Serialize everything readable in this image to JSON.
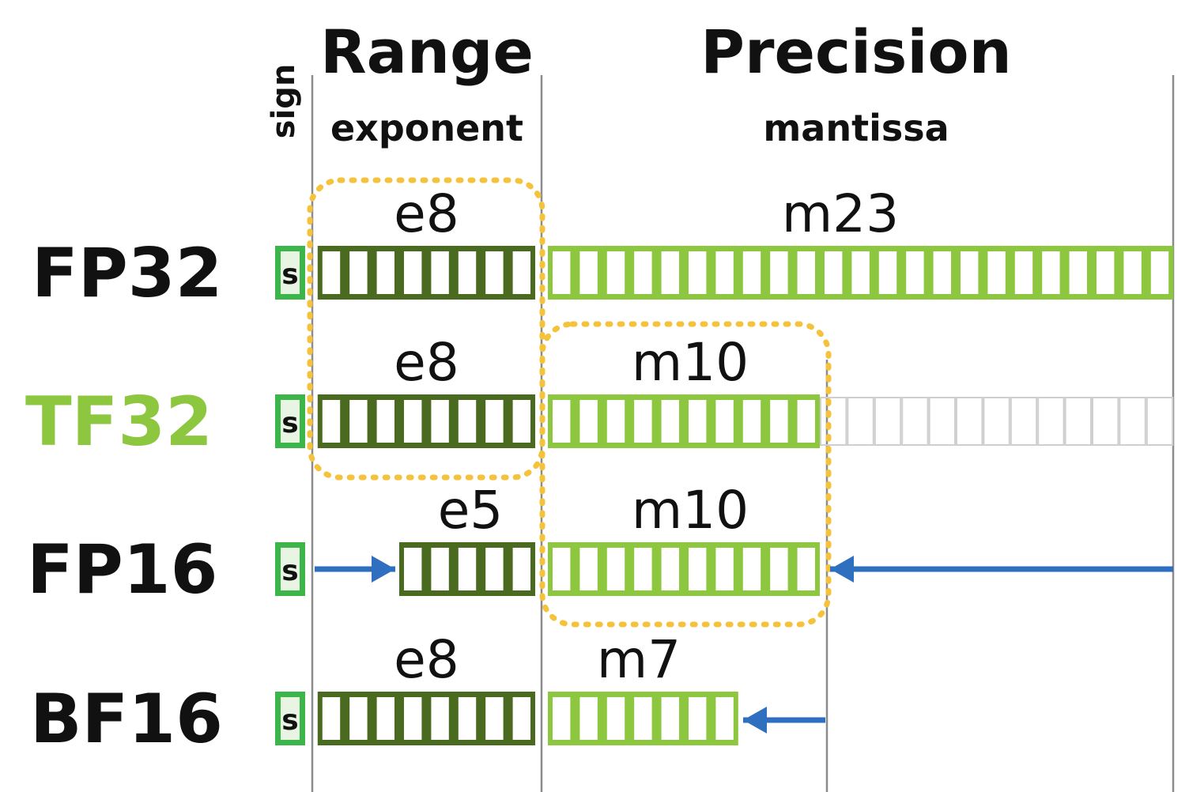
{
  "headers": {
    "sign": "sign",
    "range": "Range",
    "exponent": "exponent",
    "precision": "Precision",
    "mantissa": "mantissa"
  },
  "colors": {
    "exponent_fill": "#4a6a1f",
    "mantissa_fill": "#8dc63f",
    "sign_fill": "#3cb54a",
    "unused_bit": "#cfcfcf",
    "tf32_label": "#8dc63f",
    "label": "#111111",
    "highlight": "#f5c23c",
    "arrow": "#2f6fbf",
    "divider": "#8c8c8c"
  },
  "formats": [
    {
      "name": "FP32",
      "sign_label": "s",
      "exp_label": "e8",
      "exp_bits": 8,
      "man_label": "m23",
      "man_bits": 23,
      "unused_bits": 0
    },
    {
      "name": "TF32",
      "sign_label": "s",
      "exp_label": "e8",
      "exp_bits": 8,
      "man_label": "m10",
      "man_bits": 10,
      "unused_bits": 13
    },
    {
      "name": "FP16",
      "sign_label": "s",
      "exp_label": "e5",
      "exp_bits": 5,
      "man_label": "m10",
      "man_bits": 10,
      "unused_bits": 0
    },
    {
      "name": "BF16",
      "sign_label": "s",
      "exp_label": "e8",
      "exp_bits": 8,
      "man_label": "m7",
      "man_bits": 7,
      "unused_bits": 0
    }
  ]
}
